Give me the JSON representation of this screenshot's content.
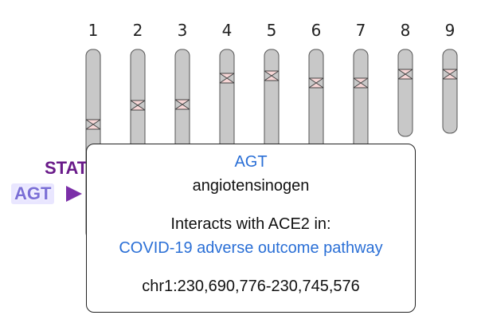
{
  "chromosomes": [
    {
      "label": "1"
    },
    {
      "label": "2"
    },
    {
      "label": "3"
    },
    {
      "label": "4"
    },
    {
      "label": "5"
    },
    {
      "label": "6"
    },
    {
      "label": "7"
    },
    {
      "label": "8"
    },
    {
      "label": "9"
    }
  ],
  "annotations": {
    "stat_label": "STAT",
    "agt_label": "AGT"
  },
  "tooltip": {
    "gene_symbol": "AGT",
    "gene_name": "angiotensinogen",
    "interacts_prefix": "Interacts with ACE2 in:",
    "pathway_link": "COVID-19 adverse outcome pathway",
    "location": "chr1:230,690,776-230,745,576"
  },
  "colors": {
    "chromosome_fill": "#c8c8c8",
    "chromosome_stroke": "#555555",
    "centromere_fill": "#f7d6d6",
    "link": "#2a6fd6",
    "stat_label": "#6a1b8a",
    "agt_label": "#7b6fd6"
  }
}
